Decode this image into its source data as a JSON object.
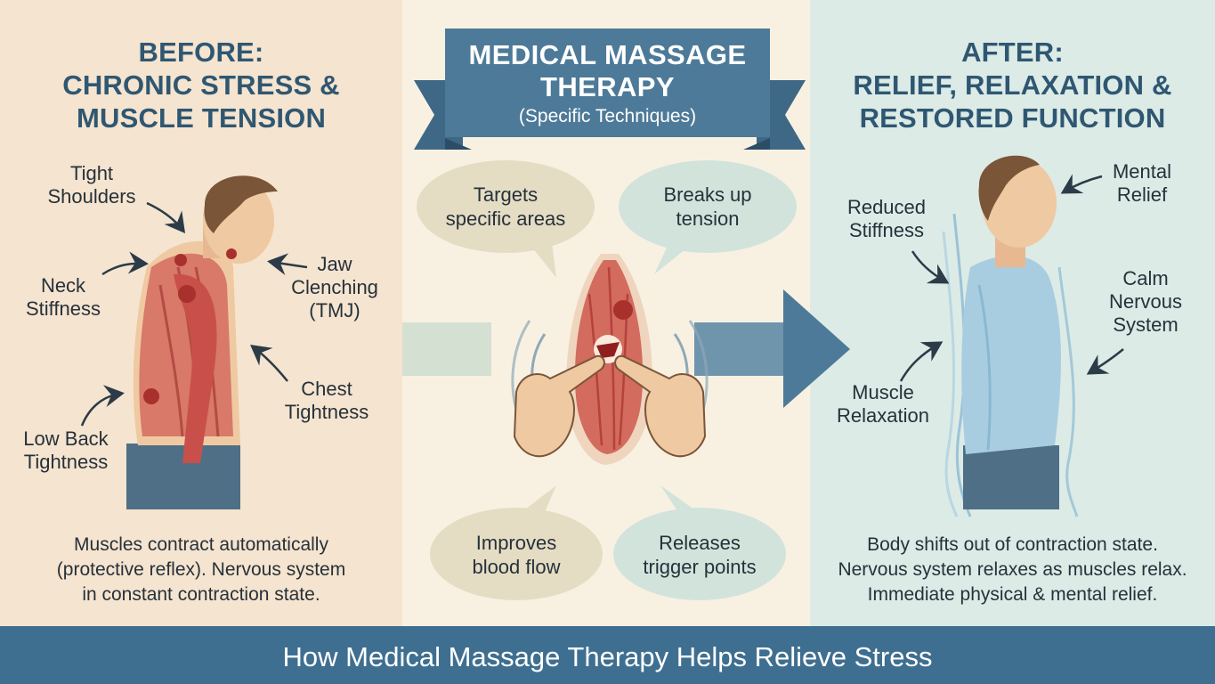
{
  "left": {
    "heading": [
      "BEFORE:",
      "CHRONIC STRESS &",
      "MUSCLE TENSION"
    ],
    "labels": {
      "tight_shoulders": [
        "Tight",
        "Shoulders"
      ],
      "neck_stiffness": [
        "Neck",
        "Stiffness"
      ],
      "jaw_clenching": [
        "Jaw",
        "Clenching",
        "(TMJ)"
      ],
      "chest_tightness": [
        "Chest",
        "Tightness"
      ],
      "low_back_tightness": [
        "Low Back",
        "Tightness"
      ]
    },
    "description": [
      "Muscles contract automatically",
      "(protective reflex). Nervous system",
      "in constant contraction state."
    ]
  },
  "center": {
    "banner_title": [
      "MEDICAL MASSAGE",
      "THERAPY"
    ],
    "banner_subtitle": "(Specific Techniques)",
    "bubbles": {
      "targets": [
        "Targets",
        "specific areas"
      ],
      "breaks": [
        "Breaks up",
        "tension"
      ],
      "blood": [
        "Improves",
        "blood flow"
      ],
      "trigger": [
        "Releases",
        "trigger points"
      ]
    }
  },
  "right": {
    "heading": [
      "AFTER:",
      "RELIEF, RELAXATION &",
      "RESTORED FUNCTION"
    ],
    "labels": {
      "mental_relief": [
        "Mental",
        "Relief"
      ],
      "reduced_stiffness": [
        "Reduced",
        "Stiffness"
      ],
      "calm_nervous_system": [
        "Calm",
        "Nervous",
        "System"
      ],
      "muscle_relaxation": [
        "Muscle",
        "Relaxation"
      ]
    },
    "description": [
      "Body shifts out of contraction state.",
      "Nervous system relaxes as muscles relax.",
      "Immediate physical & mental relief."
    ]
  },
  "footer": {
    "title": "How Medical Massage Therapy Helps Relieve Stress"
  },
  "colors": {
    "heading_blue": "#2f5772",
    "banner_blue": "#4d7a98",
    "footer_blue": "#3f6f90",
    "muscle_red": "#c9504a",
    "skin": "#efc9a2",
    "relaxed_blue": "#a9cde0"
  }
}
